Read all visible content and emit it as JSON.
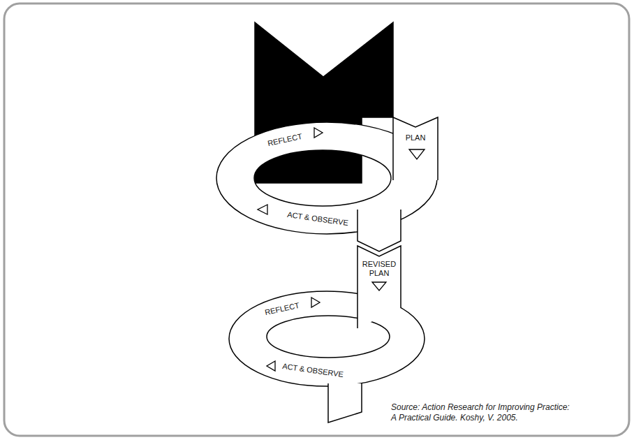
{
  "diagram": {
    "caption": "Source: Action Research for Improving Practice: A Practical Guide. Koshy, V. 2005.",
    "labels": [
      "REFLECT",
      "PLAN",
      "ACT & OBSERVE",
      "REVISED PLAN",
      "REFLECT",
      "ACT & OBSERVE"
    ]
  }
}
